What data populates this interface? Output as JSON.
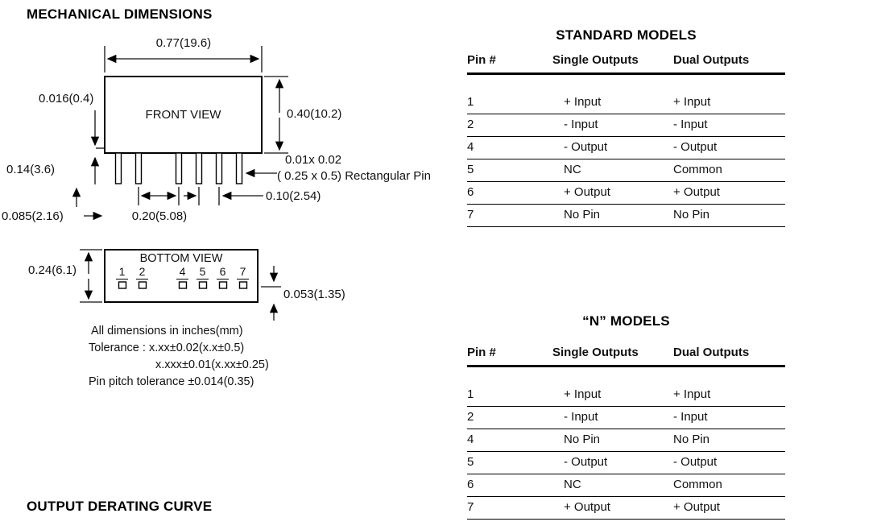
{
  "page": {
    "title": "MECHANICAL DIMENSIONS",
    "footer_heading": "OUTPUT DERATING CURVE"
  },
  "drawing": {
    "front_view_label": "FRONT VIEW",
    "bottom_view_label": "BOTTOM VIEW",
    "dimensions": {
      "body_width": "0.77(19.6)",
      "body_height": "0.40(10.2)",
      "standoff": "0.016(0.4)",
      "pin_length": "0.14(3.6)",
      "edge_to_pin": "0.085(2.16)",
      "pin_pitch_wide": "0.20(5.08)",
      "pin_pitch": "0.10(2.54)",
      "pin_size": "0.01x 0.02",
      "pin_size_mm": "( 0.25 x 0.5) Rectangular Pin",
      "body_depth": "0.24(6.1)",
      "pad_offset": "0.053(1.35)"
    },
    "bottom_pins": [
      "1",
      "2",
      "4",
      "5",
      "6",
      "7"
    ],
    "notes": [
      "All dimensions in inches(mm)",
      "Tolerance : x.xx±0.02(x.x±0.5)",
      "x.xxx±0.01(x.xx±0.25)",
      "Pin pitch tolerance ±0.014(0.35)"
    ]
  },
  "standard_models": {
    "title": "STANDARD MODELS",
    "headers": [
      "Pin #",
      "Single Outputs",
      "Dual Outputs"
    ],
    "rows": [
      {
        "pin": "1",
        "single": "+ Input",
        "dual": "+ Input"
      },
      {
        "pin": "2",
        "single": "- Input",
        "dual": "- Input"
      },
      {
        "pin": "4",
        "single": "- Output",
        "dual": "- Output"
      },
      {
        "pin": "5",
        "single": "NC",
        "dual": "Common"
      },
      {
        "pin": "6",
        "single": "+ Output",
        "dual": "+ Output"
      },
      {
        "pin": "7",
        "single": "No Pin",
        "dual": "No Pin"
      }
    ]
  },
  "n_models": {
    "title": "“N” MODELS",
    "headers": [
      "Pin #",
      "Single Outputs",
      "Dual Outputs"
    ],
    "rows": [
      {
        "pin": "1",
        "single": "+ Input",
        "dual": "+ Input"
      },
      {
        "pin": "2",
        "single": "- Input",
        "dual": "- Input"
      },
      {
        "pin": "4",
        "single": "No Pin",
        "dual": "No Pin"
      },
      {
        "pin": "5",
        "single": "- Output",
        "dual": "- Output"
      },
      {
        "pin": "6",
        "single": "NC",
        "dual": "Common"
      },
      {
        "pin": "7",
        "single": "+ Output",
        "dual": "+ Output"
      }
    ]
  }
}
